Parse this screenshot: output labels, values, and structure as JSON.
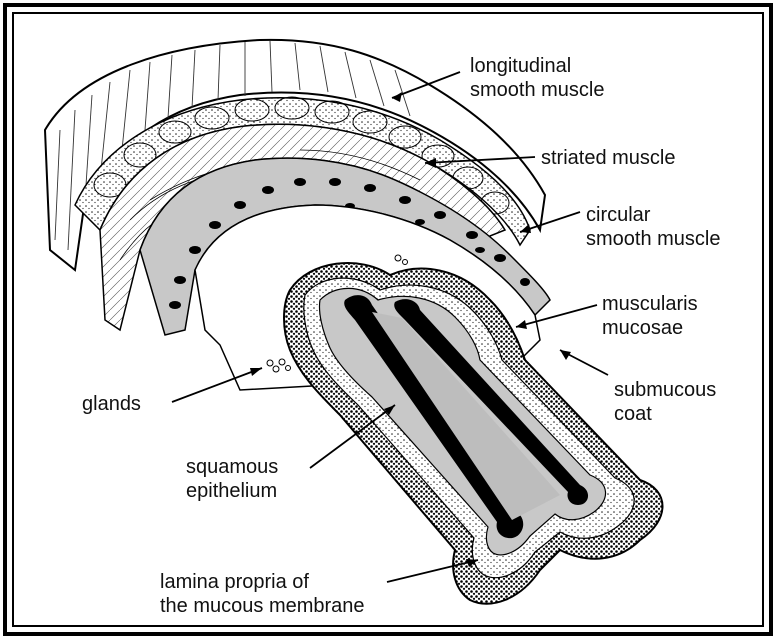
{
  "labels": {
    "longitudinal": [
      "longitudinal",
      "smooth muscle"
    ],
    "striated": [
      "striated muscle"
    ],
    "circular": [
      "circular",
      "smooth muscle"
    ],
    "muscularis": [
      "muscularis",
      "mucosae"
    ],
    "submucous": [
      "submucous",
      "coat"
    ],
    "glands": [
      "glands"
    ],
    "squamous": [
      "squamous",
      "epithelium"
    ],
    "lamina": [
      "lamina propria of",
      "the mucous membrane"
    ]
  },
  "colors": {
    "ink": "#000000",
    "background": "#ffffff",
    "gray_fill": "#c8c8c8",
    "light_gray": "#e4e4e4"
  }
}
